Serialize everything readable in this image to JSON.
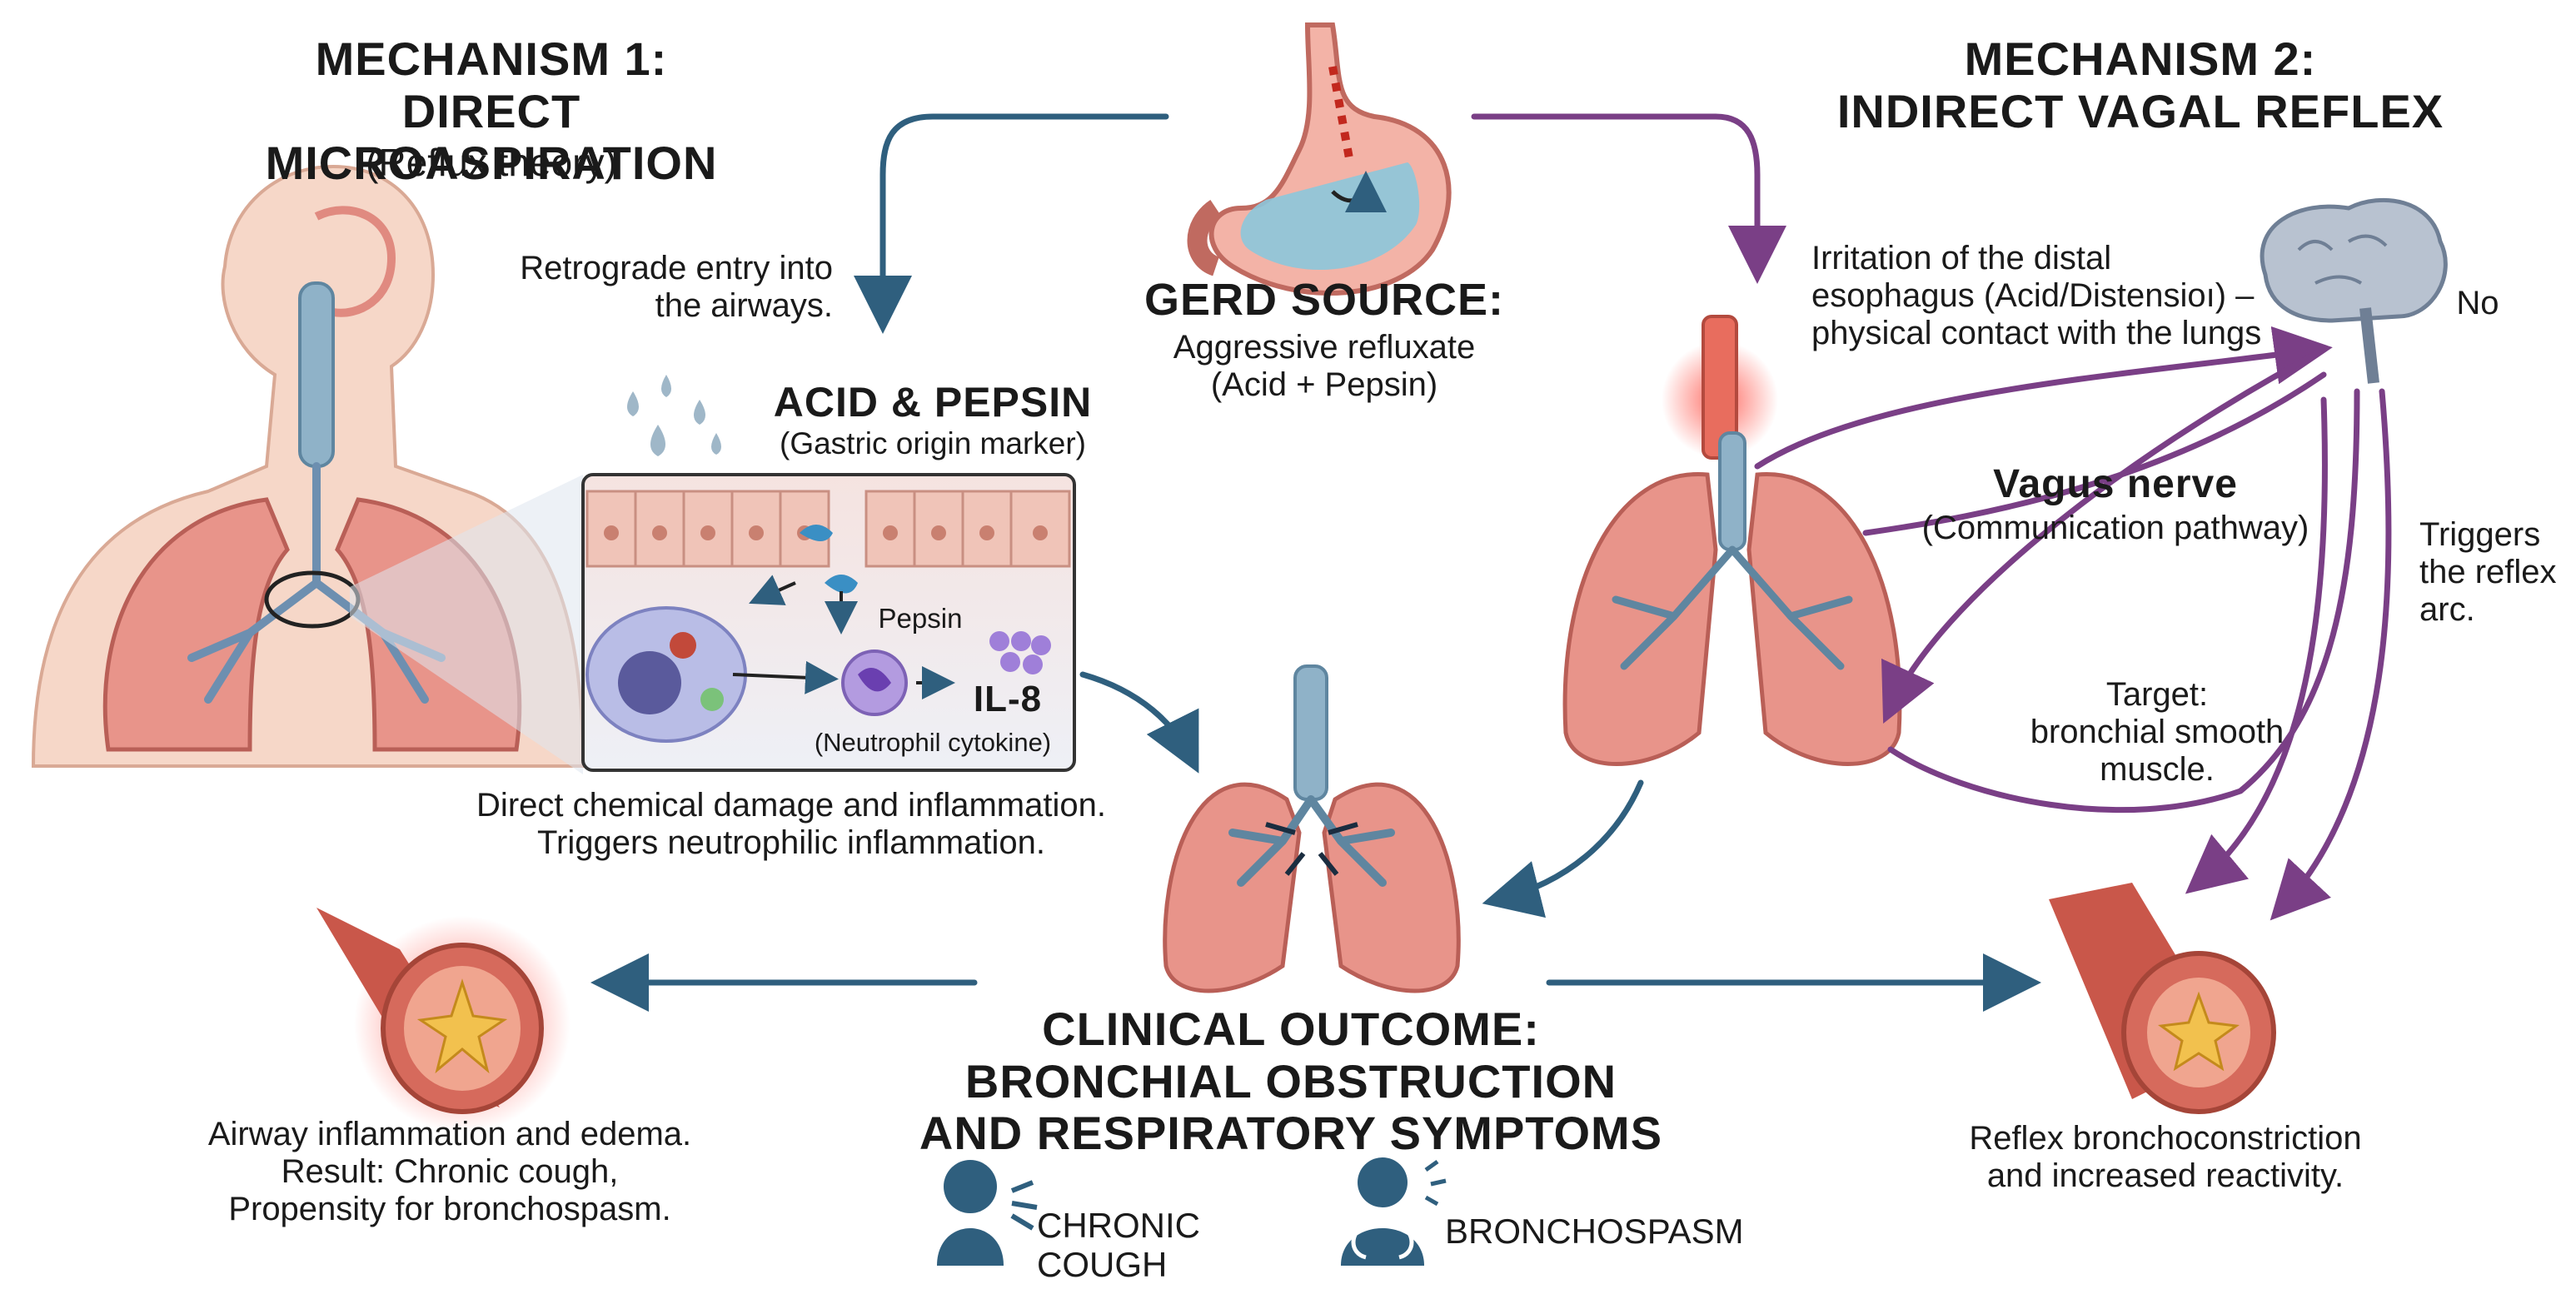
{
  "mechanism_1": {
    "heading_line1": "MECHANISM 1:",
    "heading_line2": "DIRECT MICROASPIRATION",
    "subheading": "(Reflux theory)",
    "retrograde_line1": "Retrograde entry into",
    "retrograde_line2": "the airways.",
    "acid_pepsin_title": "ACID & PEPSIN",
    "acid_pepsin_sub": "(Gastric origin marker)",
    "pepsin_label": "Pepsin",
    "il8_label": "IL-8",
    "neutrophil_label": "(Neutrophil cytokine)",
    "damage_line1": "Direct chemical damage and inflammation.",
    "damage_line2": "Triggers neutrophilic inflammation.",
    "airway_line1": "Airway inflammation and edema.",
    "airway_line2": "Result: Chronic cough,",
    "airway_line3": "Propensity for bronchospasm."
  },
  "gerd_source": {
    "title": "GERD SOURCE:",
    "line1": "Aggressive refluxate",
    "line2": "(Acid + Pepsin)"
  },
  "mechanism_2": {
    "heading_line1": "MECHANISM 2:",
    "heading_line2": "INDIRECT VAGAL REFLEX",
    "irritation_line1": "Irritation of the distal",
    "irritation_line2": "esophagus (Acid/Distensioı) –",
    "irritation_line3": "physical contact with the lungs",
    "no_label": "No",
    "vagus_title": "Vagus nerve",
    "vagus_sub": "(Communication pathway)",
    "triggers_line1": "Triggers",
    "triggers_line2": "the reflex",
    "triggers_line3": "arc.",
    "target_line1": "Target:",
    "target_line2": "bronchial smooth",
    "target_line3": "muscle.",
    "reflex_line1": "Reflex bronchoconstriction",
    "reflex_line2": "and increased reactivity."
  },
  "outcome": {
    "line1": "CLINICAL OUTCOME:",
    "line2": "BRONCHIAL OBSTRUCTION",
    "line3": "AND RESPIRATORY SYMPTOMS",
    "symptom_1": "CHRONIC COUGH",
    "symptom_2": "BRONCHOSPASM"
  },
  "colors": {
    "mechanism_1_arrow": "#2f5f7e",
    "mechanism_2_arrow": "#7a3f86",
    "lung_fill": "#e8948a",
    "airway_fill": "#8fb2c8",
    "skin": "#f6d7c8"
  }
}
